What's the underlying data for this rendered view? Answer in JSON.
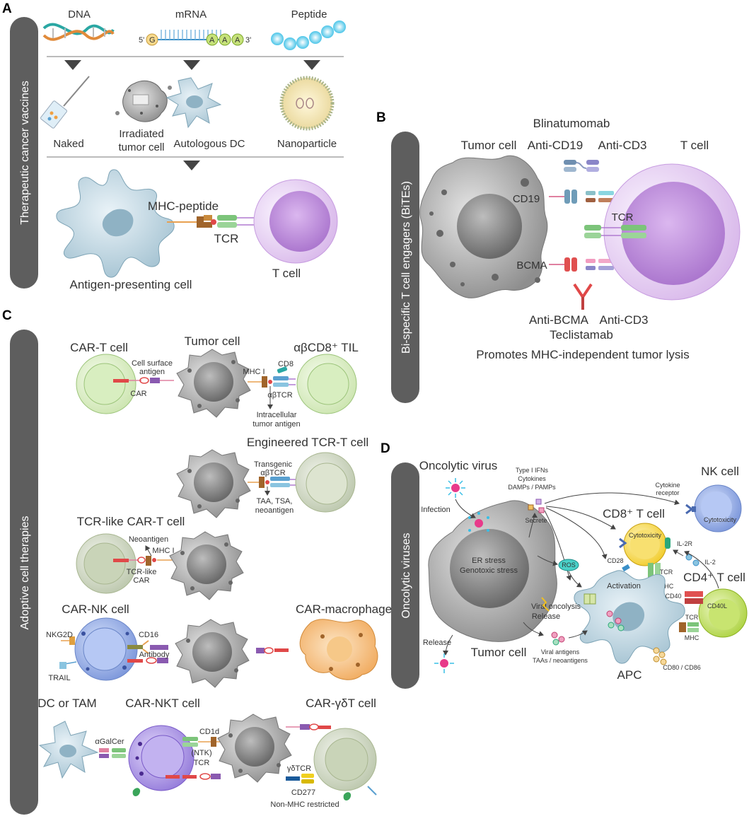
{
  "panels": {
    "a": {
      "letter": "A",
      "side_label": "Therapeutic cancer vaccines",
      "antigen_types": [
        "DNA",
        "mRNA",
        "Peptide"
      ],
      "mrna_ends": {
        "five": "5'",
        "three": "3'",
        "cap": "G",
        "tail": "A"
      },
      "platforms": [
        "Naked",
        "Irradiated",
        "tumor cell",
        "Autologous DC",
        "Nanoparticle"
      ],
      "mhc_peptide": "MHC-peptide",
      "tcr": "TCR",
      "apc": "Antigen-presenting cell",
      "t_cell": "T cell"
    },
    "b": {
      "letter": "B",
      "side_label": "Bi-specific T cell engagers (BiTEs)",
      "blinatumomab": "Blinatumomab",
      "tumor_cell": "Tumor cell",
      "anti_cd19": "Anti-CD19",
      "anti_cd3_top": "Anti-CD3",
      "t_cell": "T cell",
      "cd19": "CD19",
      "tcr": "TCR",
      "bcma": "BCMA",
      "anti_bcma": "Anti-BCMA",
      "anti_cd3_bottom": "Anti-CD3",
      "teclistamab": "Teclistamab",
      "caption": "Promotes MHC-independent tumor lysis"
    },
    "c": {
      "letter": "C",
      "side_label": "Adoptive cell therapies",
      "car_t_cell": "CAR-T cell",
      "tumor_cell": "Tumor cell",
      "ab_cd8_til": "αβCD8⁺ TIL",
      "cell_surface": "Cell surface",
      "antigen": "antigen",
      "car": "CAR",
      "mhc_i": "MHC I",
      "cd8": "CD8",
      "ab_tcr": "αβTCR",
      "intracellular": "Intracellular",
      "tumor_antigen": "tumor antigen",
      "engineered_tcr_t": "Engineered TCR-T cell",
      "transgenic": "Transgenic",
      "transgenic_tcr": "αβTCR",
      "taa_tsa": "TAA, TSA,",
      "neoantigen_l": "neoantigen",
      "tcr_like_car_t": "TCR-like CAR-T cell",
      "neoantigen": "Neoantigen",
      "mhc_i_2": "MHC I",
      "tcr_like": "TCR-like",
      "car_2": "CAR",
      "car_nk": "CAR-NK cell",
      "car_macrophage": "CAR-macrophage",
      "nkg2d": "NKG2D",
      "cd16": "CD16",
      "antibody": "Antibody",
      "trail": "TRAIL",
      "dc_or_tam": "DC or TAM",
      "car_nkt": "CAR-NKT cell",
      "car_gdt": "CAR-γδT cell",
      "agalcer": "αGalCer",
      "cd1d": "CD1d",
      "ntk": "(NTK)",
      "tcr_3": "TCR",
      "gd_tcr": "γδTCR",
      "cd277": "CD277",
      "non_mhc": "Non-MHC restricted"
    },
    "d": {
      "letter": "D",
      "side_label": "Oncolytic viruses",
      "oncolytic_virus": "Oncolytic virus",
      "type_i_ifns": "Type I IFNs",
      "cytokines": "Cytokines",
      "damps": "DAMPs / PAMPs",
      "nk_cell": "NK cell",
      "cytokine": "Cytokine",
      "receptor": "receptor",
      "nk_cytotoxicity": "Cytotoxicity",
      "infection": "Infection",
      "secrete": "Secrete",
      "cd8_t_cell": "CD8⁺ T cell",
      "cytotoxicity": "Cytotoxicity",
      "il2r": "IL-2R",
      "il2": "IL-2",
      "cd28": "CD28",
      "tcr": "TCR",
      "mhc": "MHC",
      "er_stress": "ER stress",
      "genotoxic": "Genotoxic stress",
      "ros": "ROS",
      "activation": "Activation",
      "cd4_t_cell": "CD4⁺ T cell",
      "cd40": "CD40",
      "cd40l": "CD40L",
      "viral_oncolysis": "Viral oncolysis",
      "release_right": "Release",
      "tcr_2": "TCR",
      "mhc_2": "MHC",
      "release_left": "Release",
      "tumor_cell": "Tumor cell",
      "viral_antigens": "Viral antigens",
      "taas": "TAAs / neoantigens",
      "apc": "APC",
      "cd80": "CD80 / CD86"
    }
  },
  "colors": {
    "side_bar": "#5e5e5e",
    "tumor_gray": "#9a9a9a",
    "t_cell_purple": "#c59ae0",
    "apc_blue": "#aac8d8",
    "car_t_green": "#cfe8b2",
    "nk_blue": "#8aa6e0",
    "macrophage_orange": "#f3b066",
    "cd4_green": "#b5d84a",
    "cd8_yellow": "#f4d23c",
    "receptor_red": "#e04848",
    "receptor_purple": "#8a5ab0",
    "mhc_brown": "#a0642a",
    "tcr_green": "#7cc47a"
  }
}
